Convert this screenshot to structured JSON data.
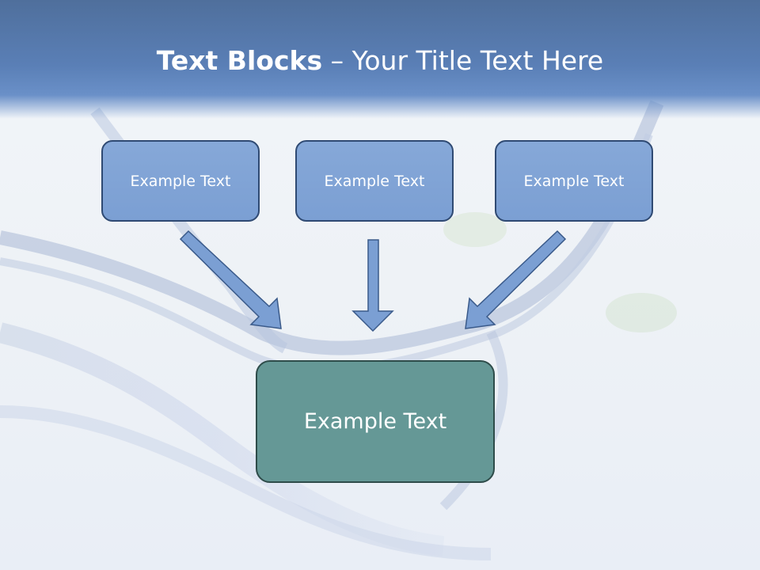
{
  "title": {
    "bold": "Text Blocks",
    "separator": "–",
    "rest": "Your Title Text Here"
  },
  "blocks": {
    "left": "Example Text",
    "center": "Example Text",
    "right": "Example Text",
    "main": "Example Text"
  },
  "colors": {
    "header": "#5a7fb6",
    "top_box_fill": "#7b9fd3",
    "top_box_border": "#2f4a73",
    "main_box_fill": "#659896",
    "arrow_fill": "#7b9fd3"
  }
}
